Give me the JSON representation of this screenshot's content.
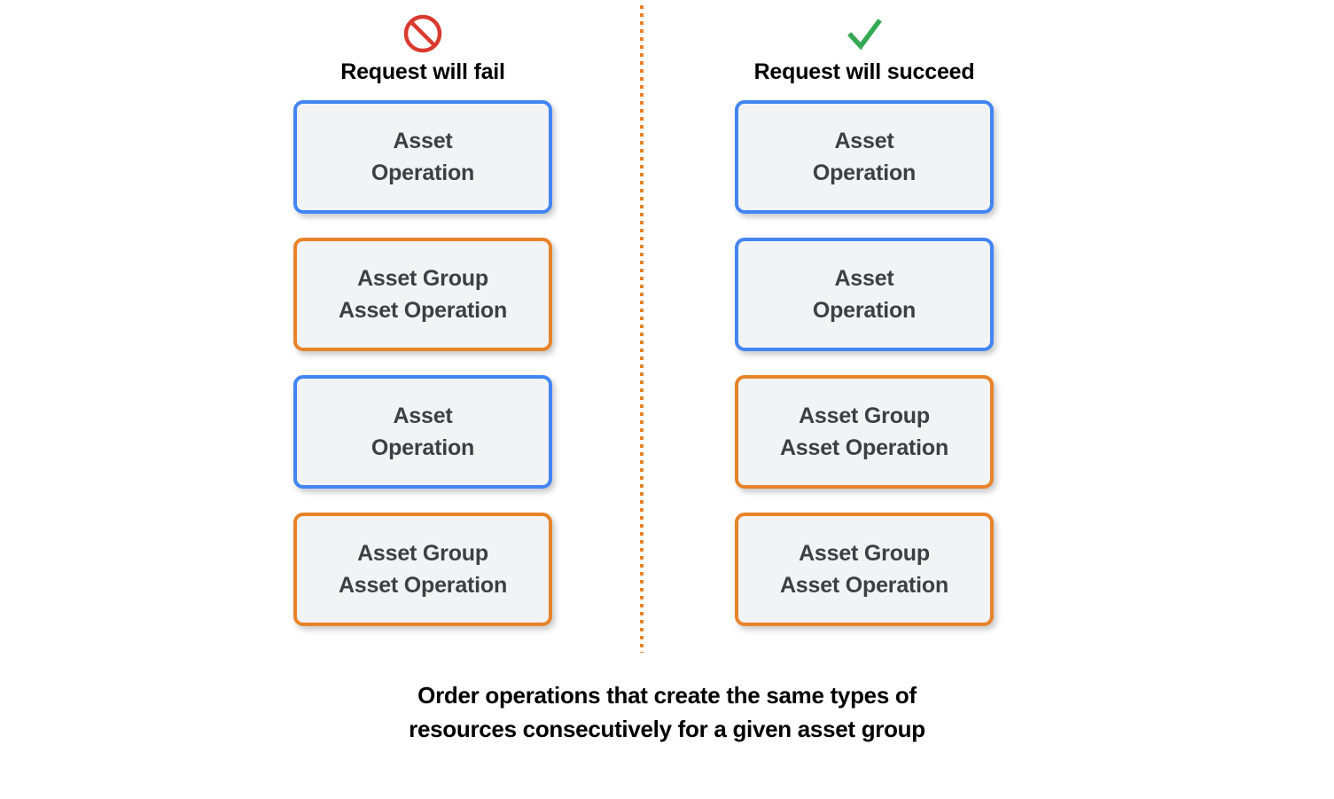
{
  "diagram": {
    "caption": "Order operations that create the same types of\nresources consecutively for a given asset group",
    "divider_color": "#E8832A",
    "columns": [
      {
        "id": "fail",
        "title": "Request will fail",
        "icon": "prohibition-icon",
        "icon_color": "#D93A2F",
        "boxes": [
          {
            "label": "Asset\nOperation",
            "color": "#4285F4",
            "kind": "asset-operation"
          },
          {
            "label": "Asset Group\nAsset Operation",
            "color": "#E8832A",
            "kind": "asset-group-asset-operation"
          },
          {
            "label": "Asset\nOperation",
            "color": "#4285F4",
            "kind": "asset-operation"
          },
          {
            "label": "Asset Group\nAsset Operation",
            "color": "#E8832A",
            "kind": "asset-group-asset-operation"
          }
        ]
      },
      {
        "id": "succeed",
        "title": "Request will succeed",
        "icon": "checkmark-icon",
        "icon_color": "#34A853",
        "boxes": [
          {
            "label": "Asset\nOperation",
            "color": "#4285F4",
            "kind": "asset-operation"
          },
          {
            "label": "Asset\nOperation",
            "color": "#4285F4",
            "kind": "asset-operation"
          },
          {
            "label": "Asset Group\nAsset Operation",
            "color": "#E8832A",
            "kind": "asset-group-asset-operation"
          },
          {
            "label": "Asset Group\nAsset Operation",
            "color": "#E8832A",
            "kind": "asset-group-asset-operation"
          }
        ]
      }
    ]
  }
}
